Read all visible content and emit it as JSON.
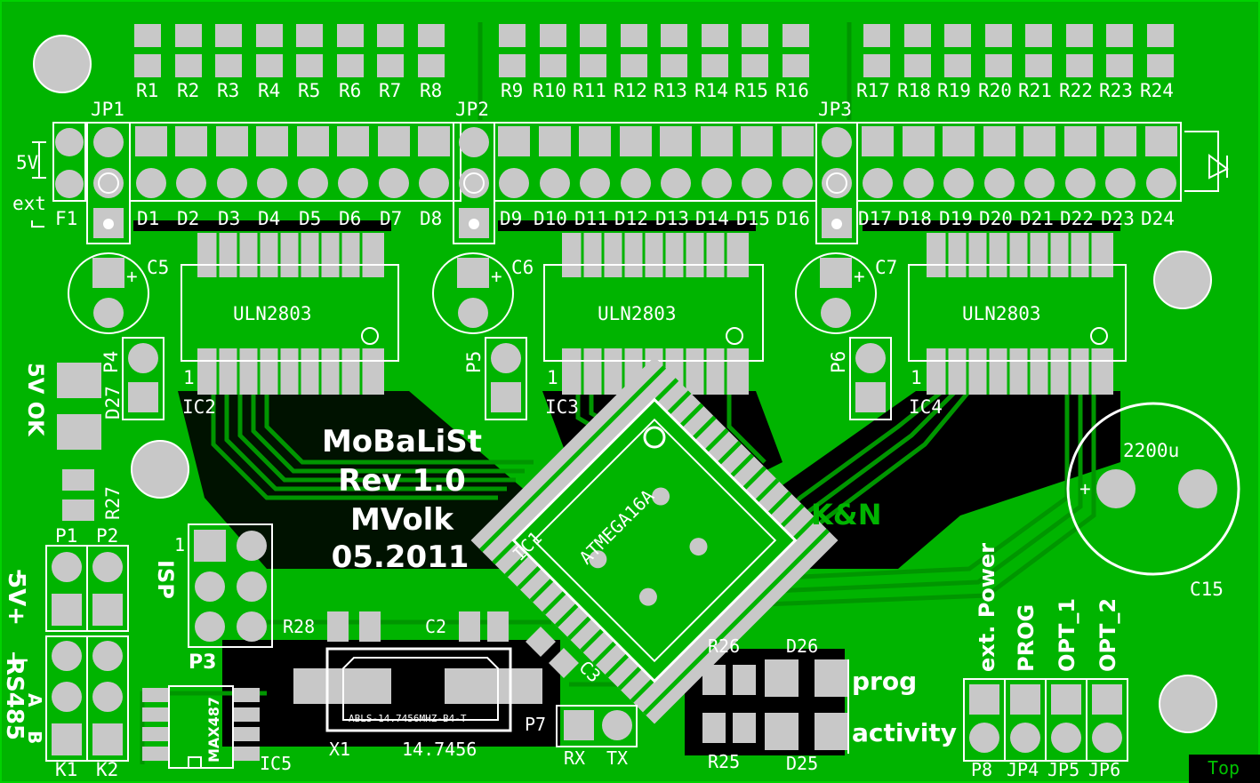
{
  "board": {
    "title": "MoBaLiSt",
    "revision": "Rev 1.0",
    "author": "MVolk",
    "date": "05.2011",
    "logo_text": "K&N",
    "layer": "Top",
    "colors": {
      "copper": "#00b400",
      "copper_dark": "#009600",
      "pad": "#c8c8c8",
      "silk": "#ffffff",
      "background": "#000000"
    }
  },
  "labels": {
    "resistors_top": [
      "R1",
      "R2",
      "R3",
      "R4",
      "R5",
      "R6",
      "R7",
      "R8",
      "R9",
      "R10",
      "R11",
      "R12",
      "R13",
      "R14",
      "R15",
      "R16",
      "R17",
      "R18",
      "R19",
      "R20",
      "R21",
      "R22",
      "R23",
      "R24"
    ],
    "diodes": [
      "D1",
      "D2",
      "D3",
      "D4",
      "D5",
      "D6",
      "D7",
      "D8",
      "D9",
      "D10",
      "D11",
      "D12",
      "D13",
      "D14",
      "D15",
      "D16",
      "D17",
      "D18",
      "D19",
      "D20",
      "D21",
      "D22",
      "D23",
      "D24"
    ],
    "jumpers_top": [
      "JP1",
      "JP2",
      "JP3"
    ],
    "caps": [
      "C5",
      "C6",
      "C7"
    ],
    "driver_ic": "ULN2803",
    "driver_refs": [
      "IC2",
      "IC3",
      "IC4"
    ],
    "pin_one": "1",
    "power_headers": [
      "P4",
      "P5",
      "P6"
    ],
    "fuse": "F1",
    "supply_5v": "5V",
    "supply_ext": "ext",
    "led_5v_ok": "5V OK",
    "led_d27": "D27",
    "r27": "R27",
    "p1": "P1",
    "p2": "P2",
    "supply_minus": "-",
    "supply_5v_plus": "5V+",
    "isp": "ISP",
    "p3": "P3",
    "rs485": "RS485",
    "rs485_gnd": "⊥",
    "rs485_a": "A",
    "rs485_b": "B",
    "k1": "K1",
    "k2": "K2",
    "max_ic": "MAX487",
    "ic5": "IC5",
    "r28": "R28",
    "c2": "C2",
    "c3": "C3",
    "mcu": "ATMEGA16A",
    "ic1": "IC1",
    "crystal_part": "ABLS-14.7456MHZ-B4-T",
    "x1": "X1",
    "crystal_freq": "14.7456",
    "p7": "P7",
    "rx": "RX",
    "tx": "TX",
    "r26": "R26",
    "r25": "R25",
    "d26": "D26",
    "d25": "D25",
    "prog_led": "prog",
    "activity_led": "activity",
    "bottom_jumpers": [
      "ext. Power",
      "PROG",
      "OPT_1",
      "OPT_2"
    ],
    "bottom_jumper_refs": [
      "P8",
      "JP4",
      "JP5",
      "JP6"
    ],
    "c15": "C15",
    "c15_value": "2200u",
    "plus": "+"
  }
}
